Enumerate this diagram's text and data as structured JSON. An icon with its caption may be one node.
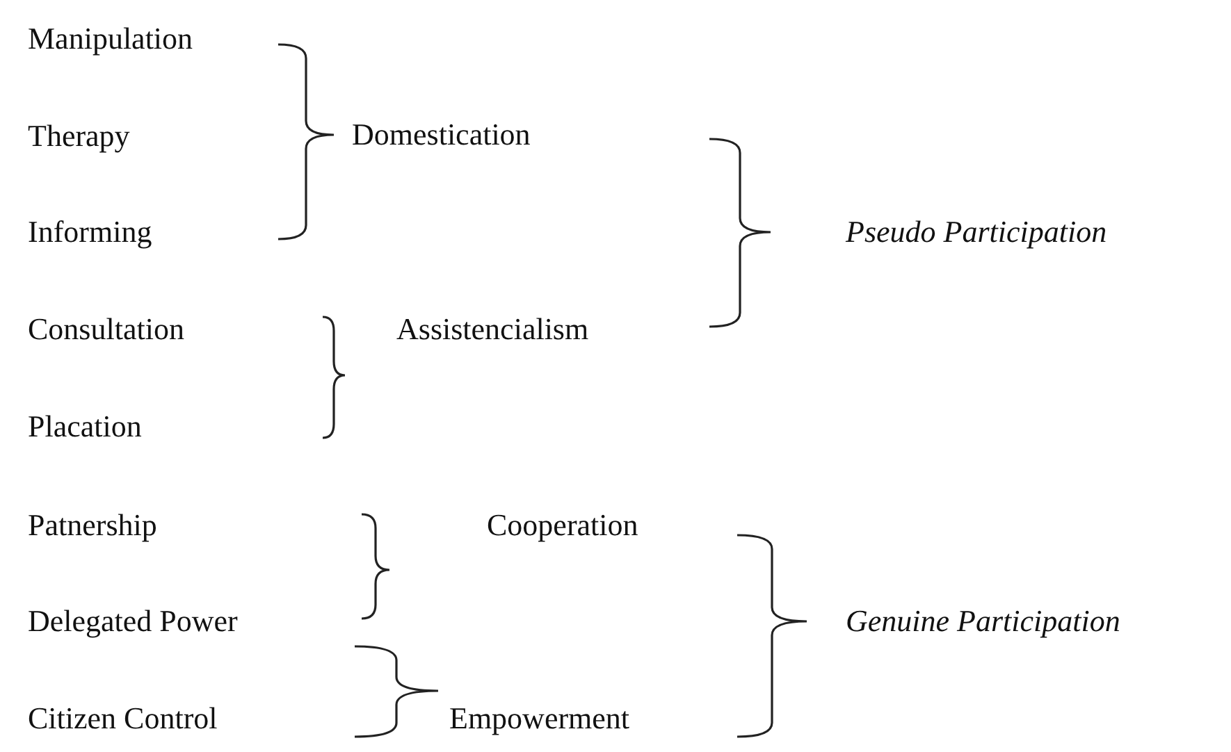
{
  "diagram": {
    "labels": [
      "Manipulation",
      "Therapy",
      "Domestication",
      "Informing",
      "Pseudo Participation",
      "Consultation",
      "Assistencialism",
      "Placation",
      "Patnership",
      "Cooperation",
      "Delegated Power",
      "Genuine Participation",
      "Citizen Control",
      "Empowerment"
    ]
  }
}
